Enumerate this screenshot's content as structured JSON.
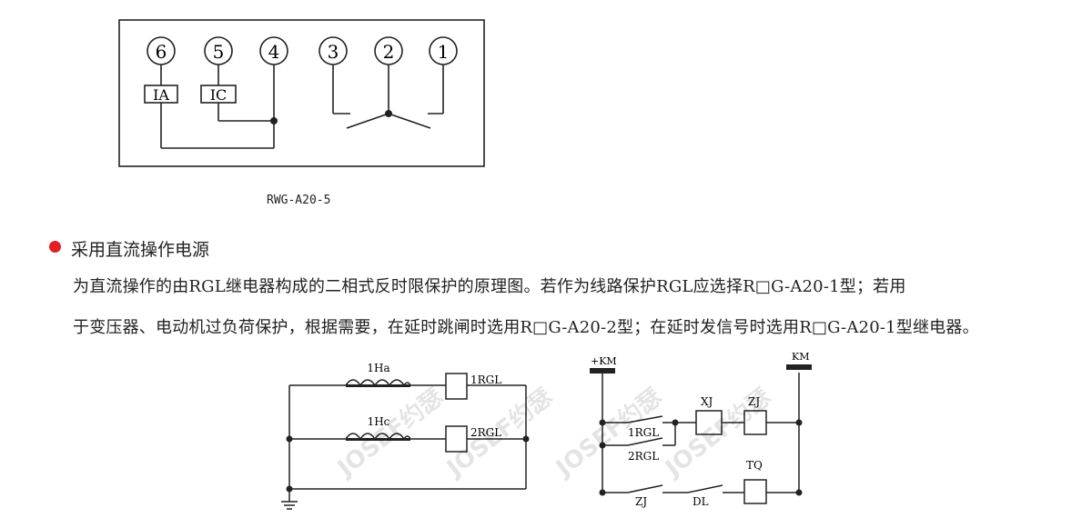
{
  "terminal_diagram": {
    "terminals": [
      "6",
      "5",
      "4",
      "3",
      "2",
      "1"
    ],
    "coil_ia": "IA",
    "coil_ic": "IC",
    "caption": "RWG-A20-5"
  },
  "section": {
    "heading": "采用直流操作电源",
    "bullet_color": "#e31e24",
    "line1": "为直流操作的由RGL继电器构成的二相式反时限保护的原理图。若作为线路保护RGL应选择R□G-A20-1型；若用",
    "line2": "于变压器、电动机过负荷保护，根据需要，在延时跳闸时选用R□G-A20-2型；在延时发信号时选用R□G-A20-1型继电器。"
  },
  "circuit_left": {
    "ct1": "1Ha",
    "ct2": "1Hc",
    "relay1": "1RGL",
    "relay2": "2RGL"
  },
  "circuit_right": {
    "plus_km": "+KM",
    "minus_km": "KM",
    "contact1": "1RGL",
    "contact2": "2RGL",
    "xj": "XJ",
    "zj": "ZJ",
    "tq": "TQ",
    "zj_contact": "ZJ",
    "dl_contact": "DL"
  },
  "watermark": "JOSEF约瑟"
}
